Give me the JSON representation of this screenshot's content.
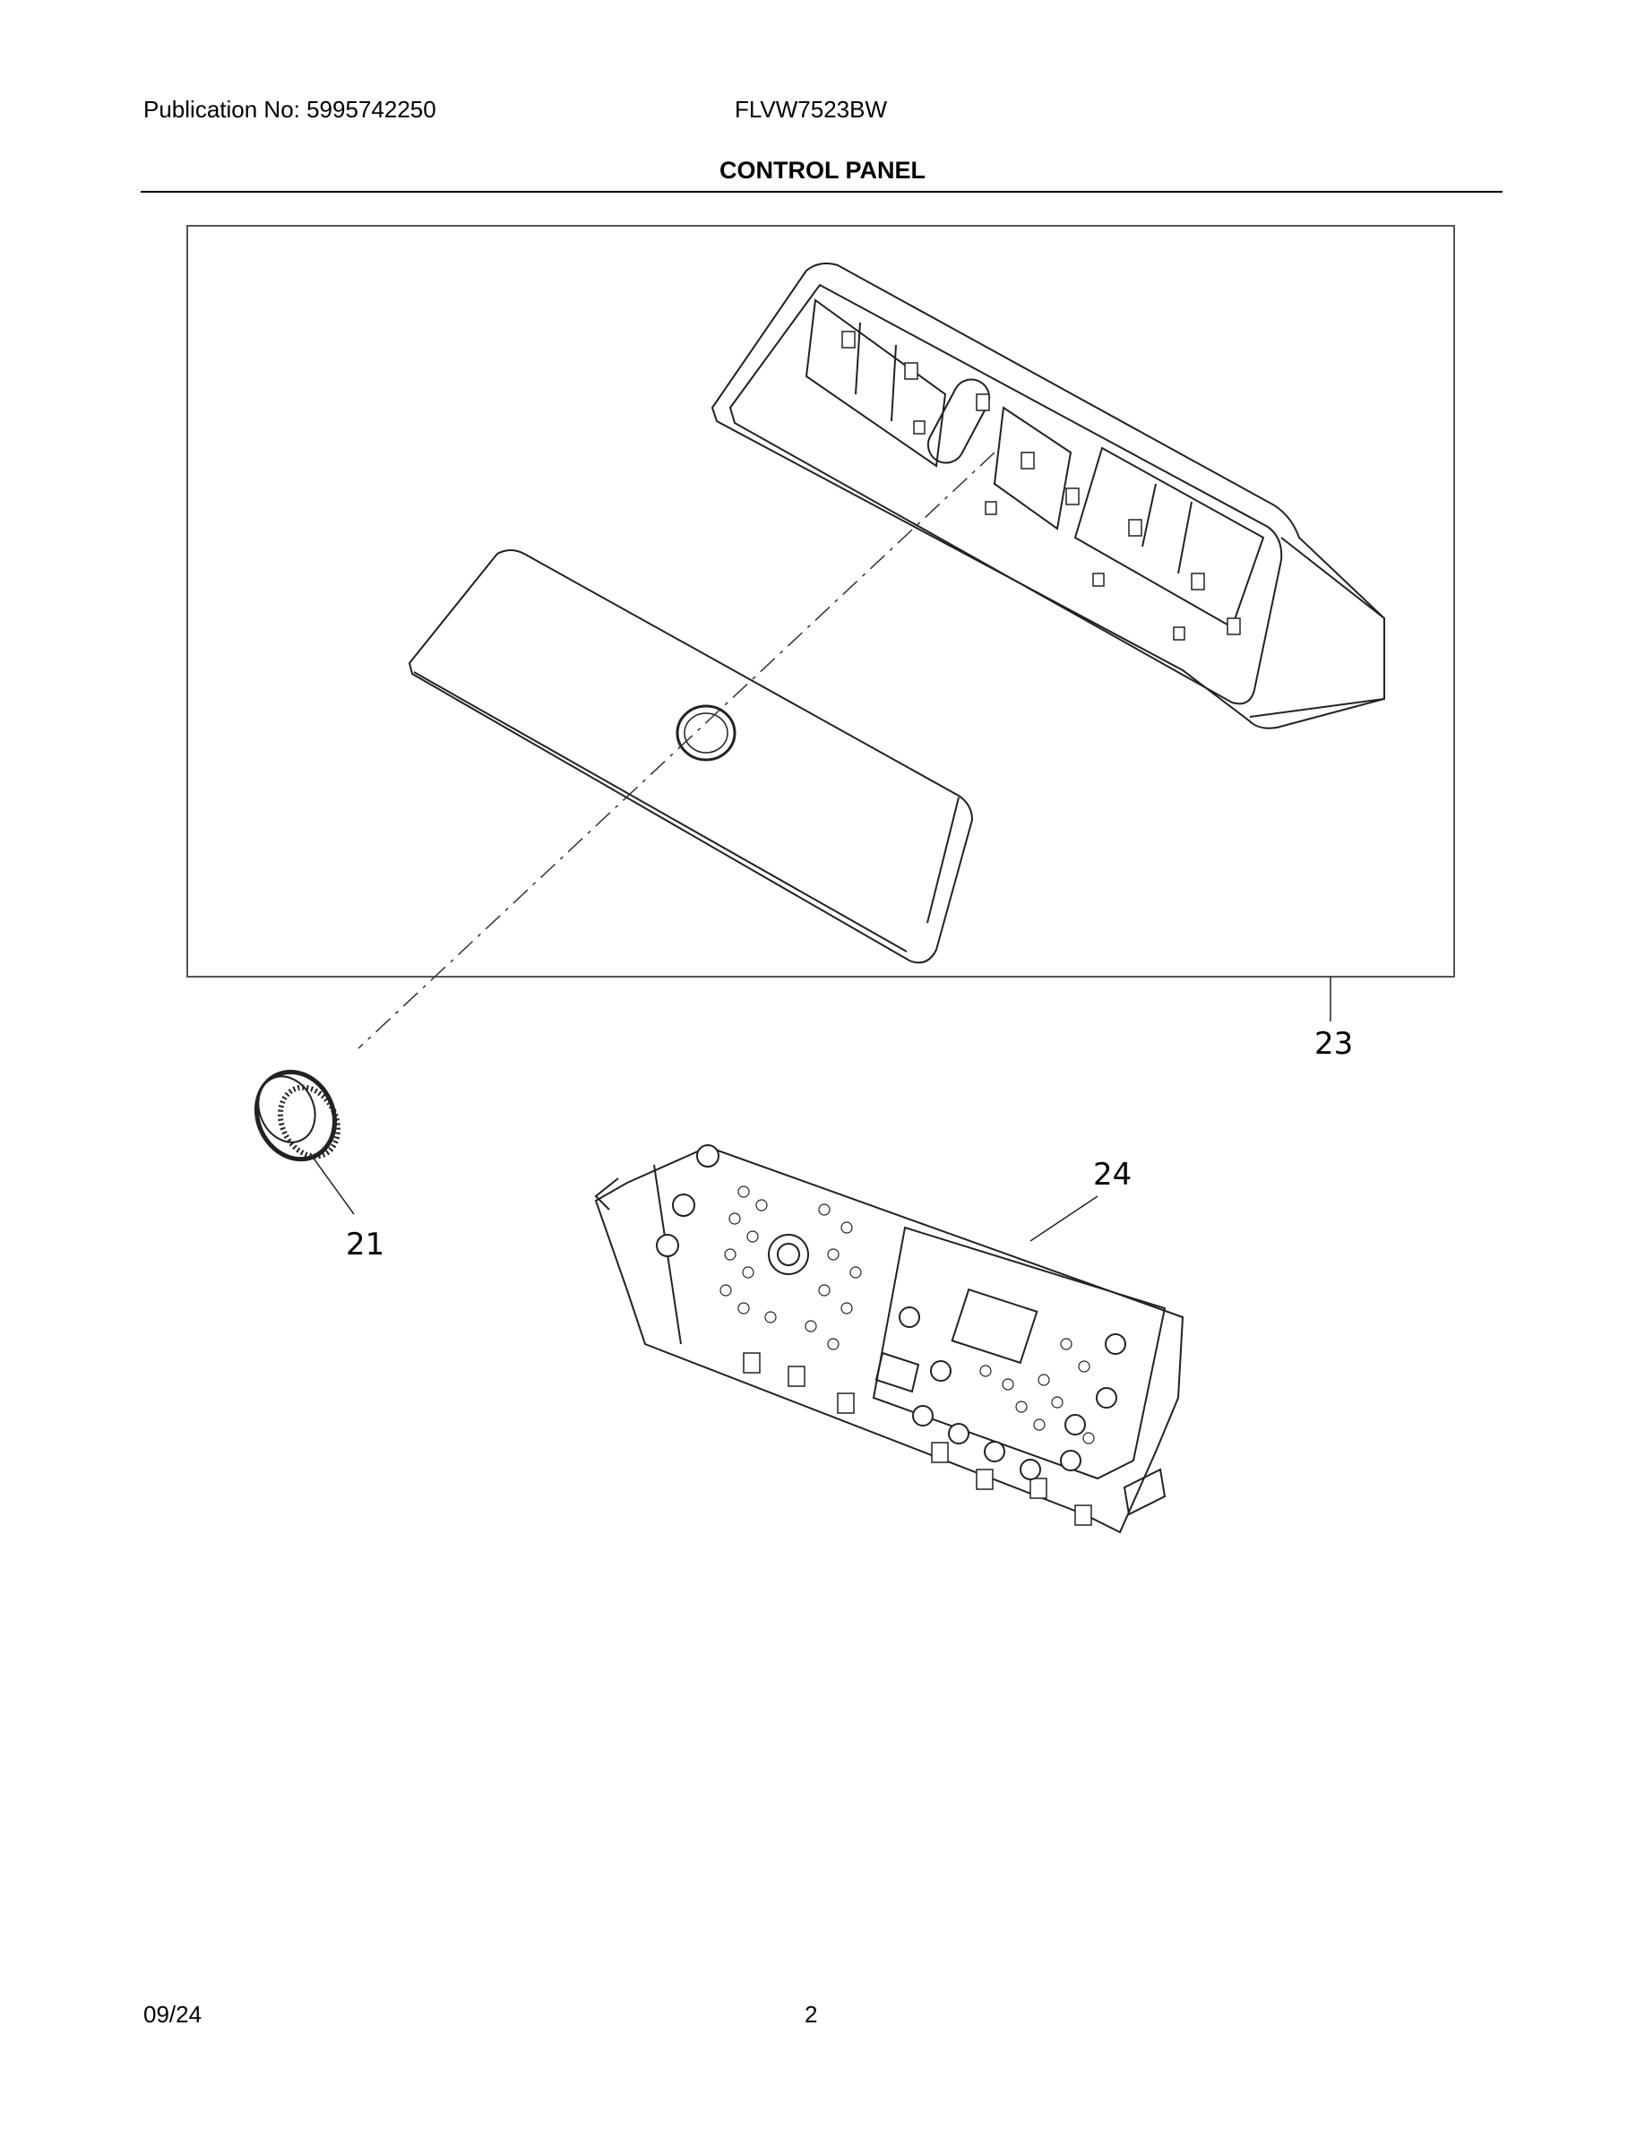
{
  "header": {
    "publication": "Publication No: 5995742250",
    "model": "FLVW7523BW",
    "title": "CONTROL PANEL"
  },
  "footer": {
    "date": "09/24",
    "page": "2"
  },
  "callouts": {
    "c21": "21",
    "c23": "23",
    "c24": "24"
  }
}
